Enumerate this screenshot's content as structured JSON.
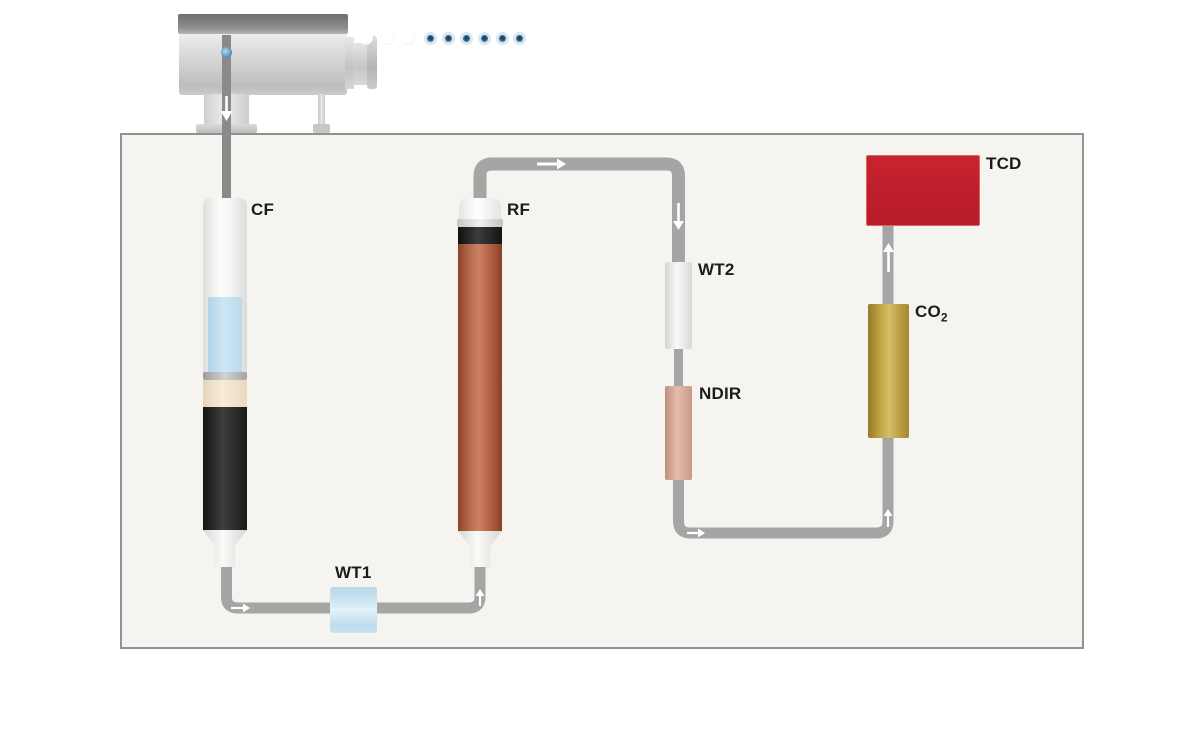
{
  "diagram": {
    "type": "elemental-analyzer-flow-schematic",
    "labels": {
      "cf": "CF",
      "rf": "RF",
      "wt1": "WT1",
      "wt2": "WT2",
      "ndir": "NDIR",
      "co2_base": "CO",
      "co2_subscript": "2",
      "tcd": "TCD"
    },
    "components": [
      {
        "id": "autosampler",
        "label": "",
        "description": "metallic sampler unit feeding sample downward into panel"
      },
      {
        "id": "cf",
        "label": "CF",
        "description": "vertical column: white top, light-blue section, cream band, black packing, white taper"
      },
      {
        "id": "wt1",
        "label": "WT1",
        "description": "light-blue water trap on horizontal line between CF and RF"
      },
      {
        "id": "rf",
        "label": "RF",
        "description": "tall terracotta column with white cap and black collar"
      },
      {
        "id": "wt2",
        "label": "WT2",
        "description": "small white trap on vertical line"
      },
      {
        "id": "ndir",
        "label": "NDIR",
        "description": "small pink detector cell below WT2"
      },
      {
        "id": "co2",
        "label": "CO2",
        "description": "gold adsorption column on right vertical line"
      },
      {
        "id": "tcd",
        "label": "TCD",
        "description": "red detector block at top right"
      }
    ],
    "flow_direction": "sampler → CF → WT1 → RF → WT2 → NDIR → CO2 → TCD",
    "colors": {
      "panel_background": "#f5f4f1",
      "panel_border": "#929292",
      "pipe": "#a5a5a5",
      "sampler_pipe": "#8a8a8a",
      "arrow": "#ffffff",
      "cf_blue_section": "#c3dff0",
      "cf_cream_band": "#f0e0c6",
      "cf_black_packing": "#1e1e1e",
      "rf_body": "#b96a4a",
      "wt1_fill": "#cfe4f2",
      "wt2_fill": "#ededeb",
      "ndir_fill": "#dcb0a0",
      "co2_fill": "#c7ab4e",
      "tcd_fill": "#c02030",
      "label_text": "#1e1b1c",
      "sampler_port_blue": "#4a80ae"
    }
  }
}
